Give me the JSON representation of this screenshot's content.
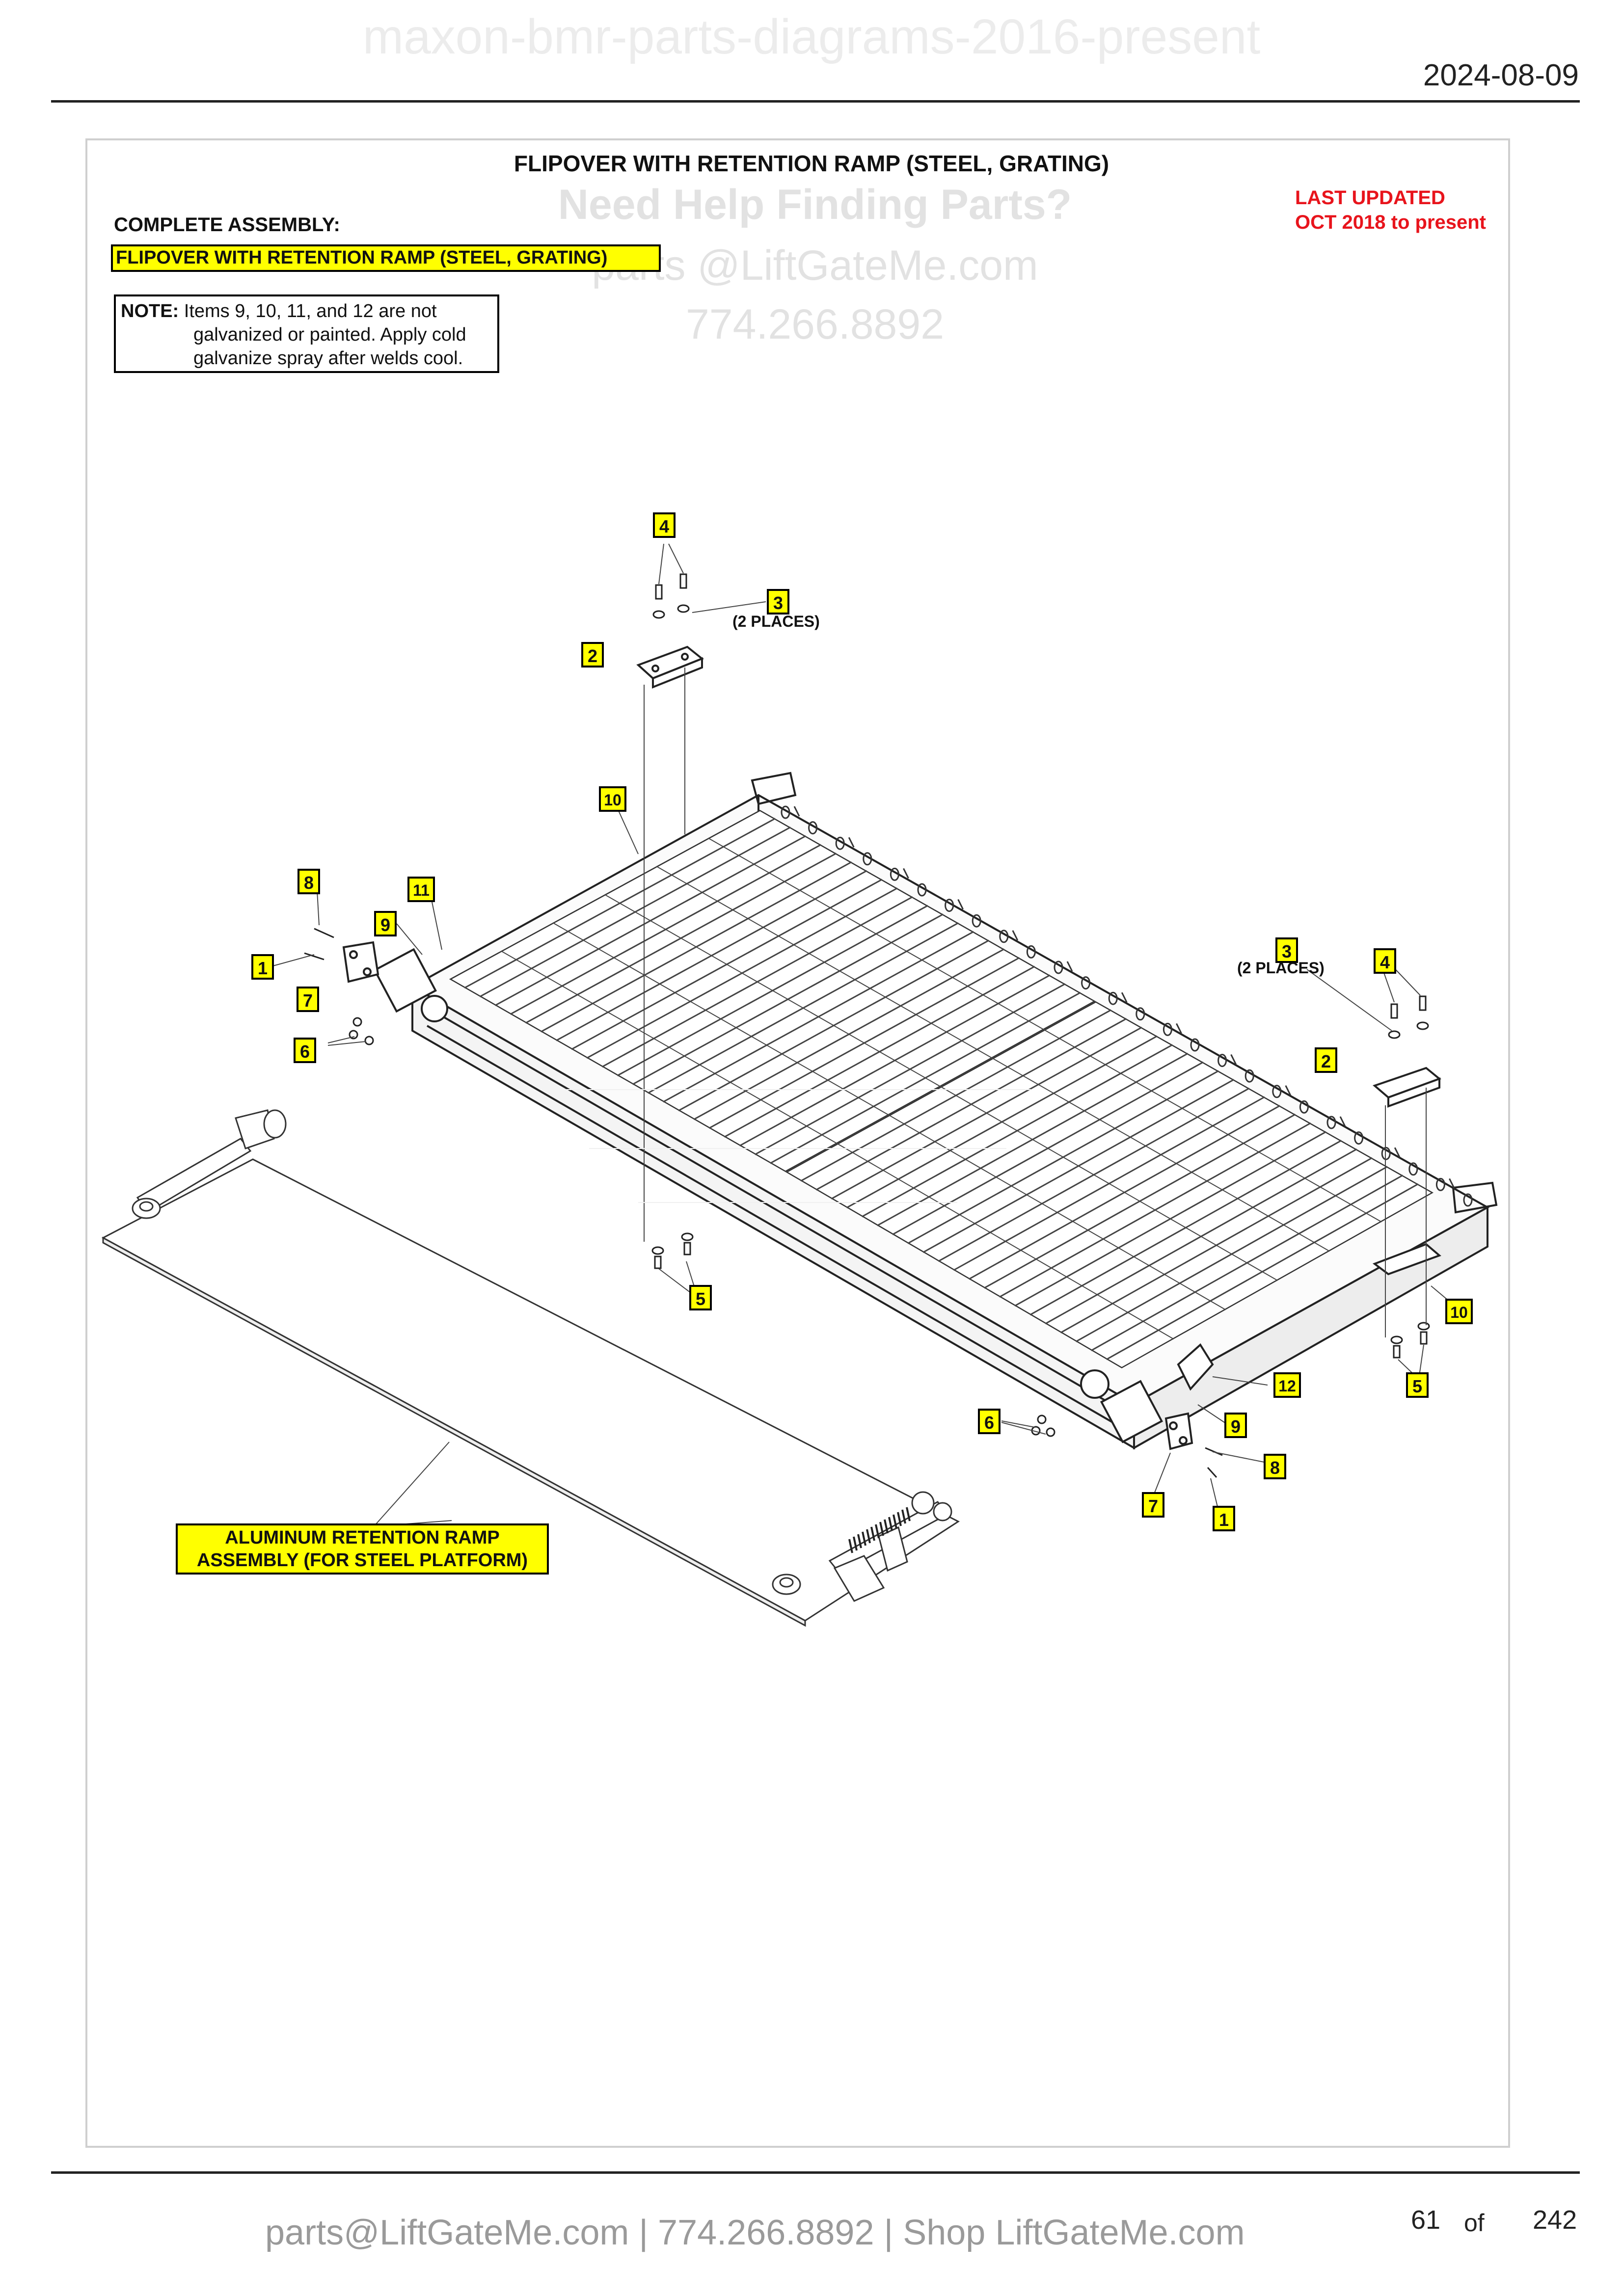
{
  "header": {
    "watermark": "maxon-bmr-parts-diagrams-2016-present",
    "date": "2024-08-09"
  },
  "sheet": {
    "title": "FLIPOVER WITH RETENTION RAMP (STEEL, GRATING)",
    "complete_assembly_label": "COMPLETE ASSEMBLY:",
    "assembly_name": "FLIPOVER WITH RETENTION RAMP (STEEL, GRATING)",
    "last_updated": [
      "LAST UPDATED",
      "OCT 2018 to present"
    ],
    "note_label": "NOTE:",
    "note_lines": [
      "Items 9, 10, 11, and 12 are not",
      "galvanized or painted. Apply cold",
      "galvanize spray after welds cool."
    ],
    "watermark_help": "Need Help Finding Parts?",
    "watermark_email": "parts @LiftGateMe.com",
    "watermark_phone": "774.266.8892",
    "ramp_label": [
      "ALUMINUM RETENTION RAMP",
      "ASSEMBLY (FOR STEEL PLATFORM)"
    ]
  },
  "callouts": {
    "c4a": "4",
    "c3a": "3",
    "c3a_note": "(2 PLACES)",
    "c2a": "2",
    "c10a": "10",
    "c8a": "8",
    "c11": "11",
    "c9a": "9",
    "c1a": "1",
    "c7a": "7",
    "c6a": "6",
    "c5a": "5",
    "c3b": "3",
    "c3b_note": "(2 PLACES)",
    "c4b": "4",
    "c2b": "2",
    "c10b": "10",
    "c5b": "5",
    "c12": "12",
    "c9b": "9",
    "c6b": "6",
    "c8b": "8",
    "c7b": "7",
    "c1b": "1"
  },
  "footer": {
    "contact": "parts@LiftGateMe.com | 774.266.8892 | Shop LiftGateMe.com",
    "page": "61",
    "of": "of",
    "total": "242"
  }
}
